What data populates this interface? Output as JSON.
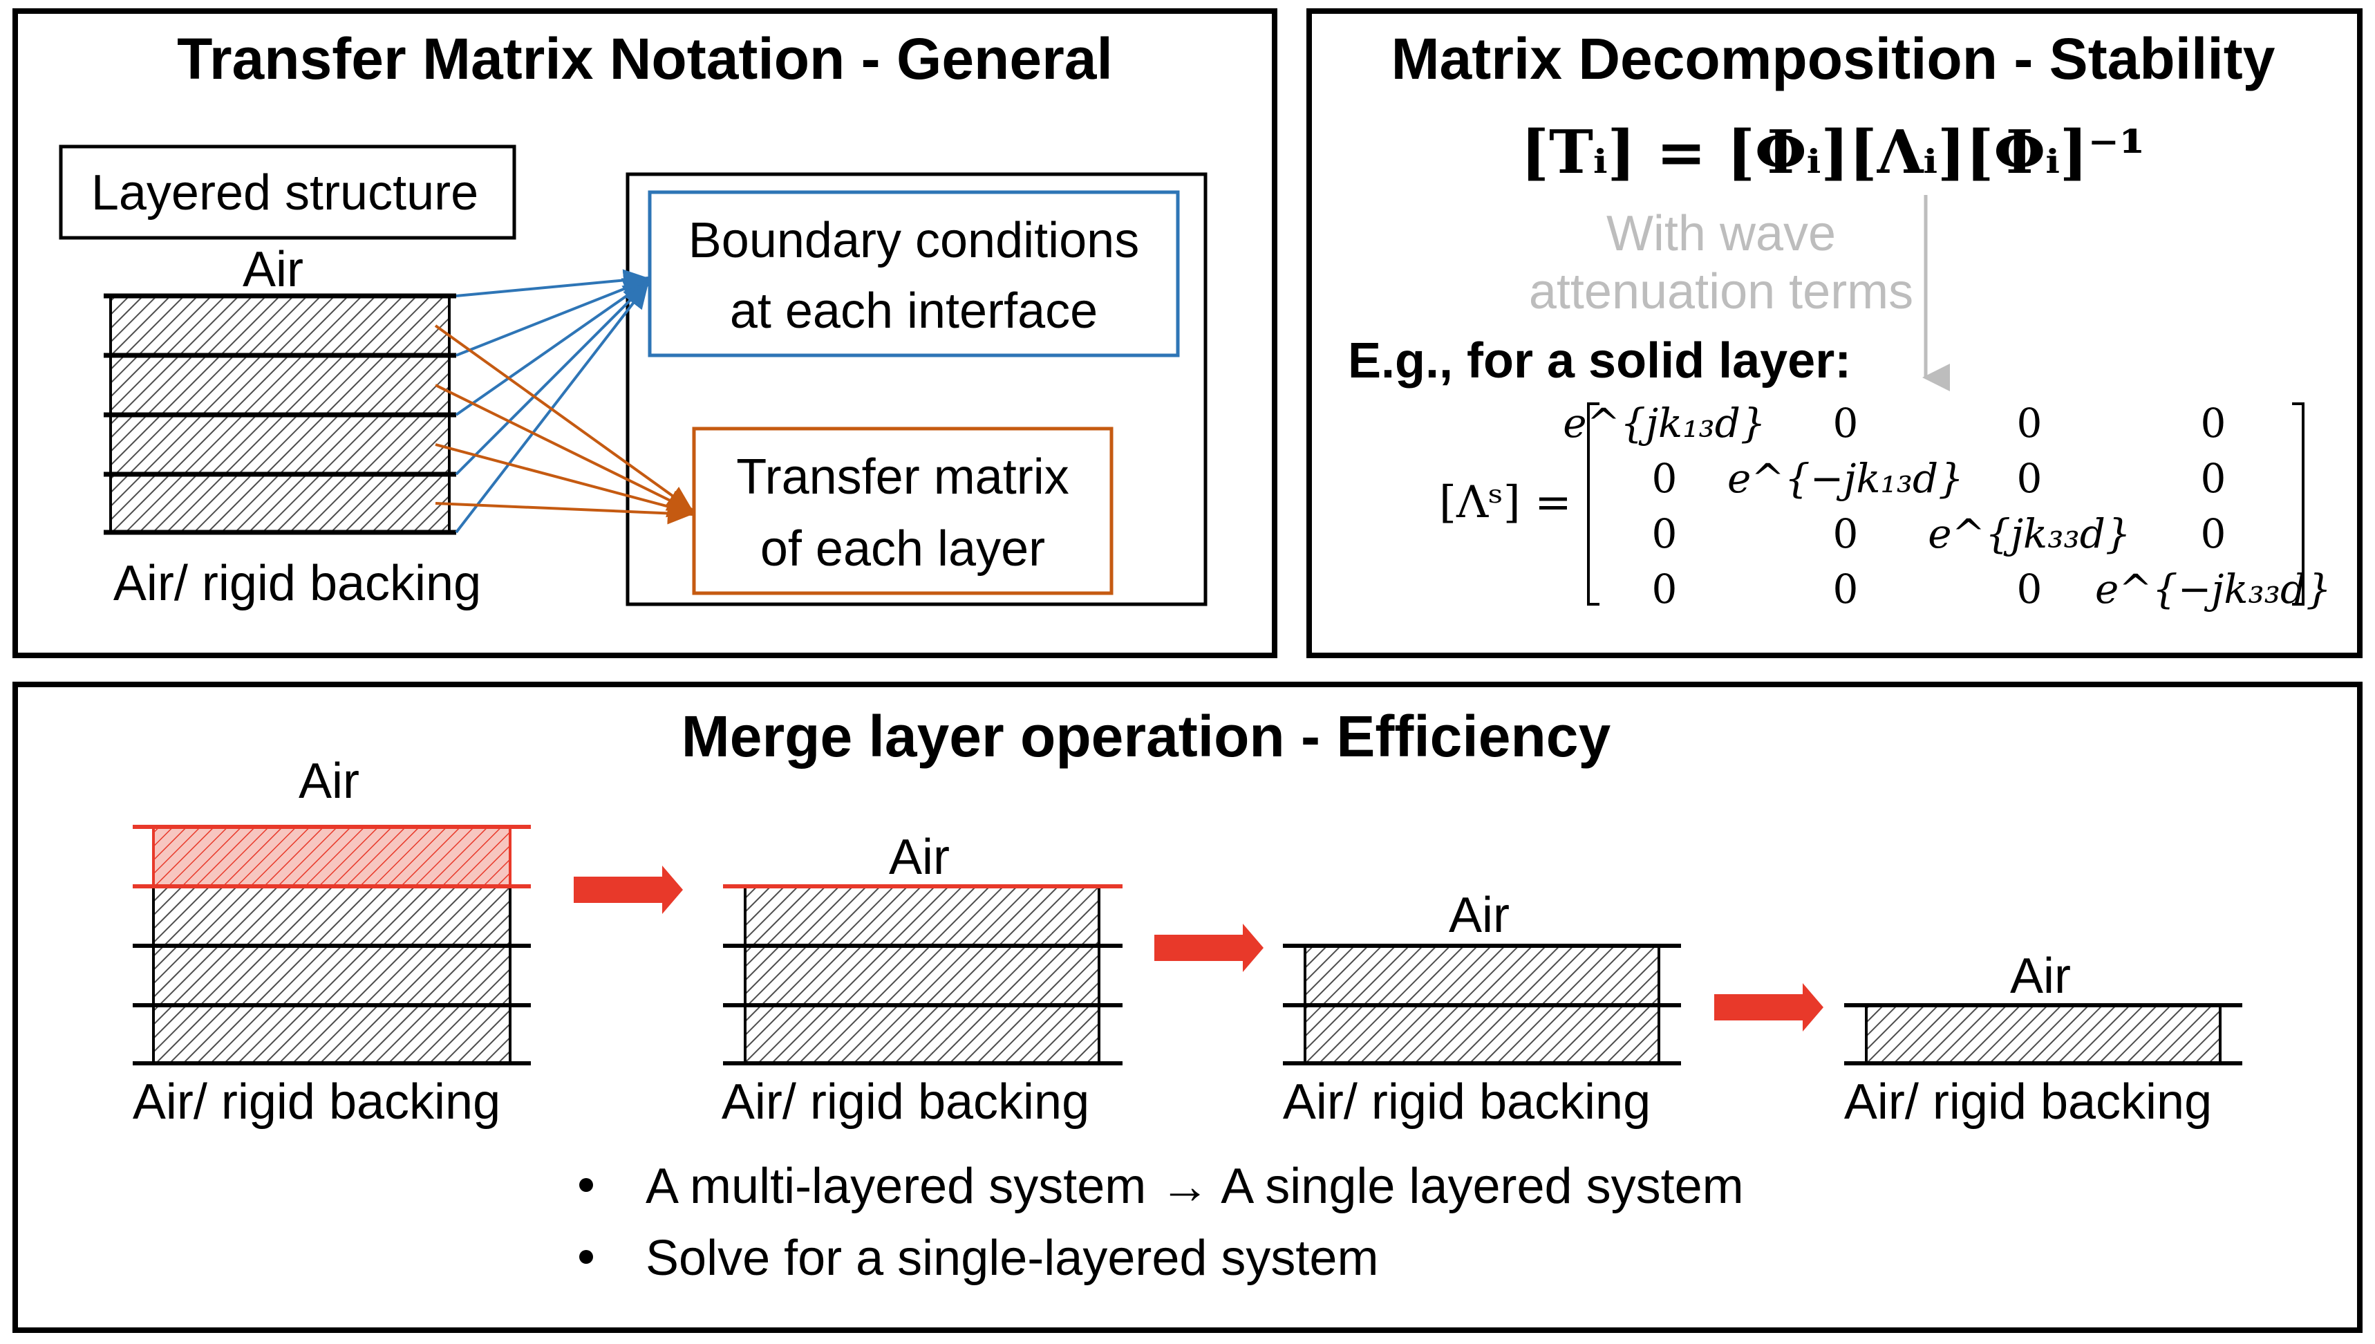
{
  "colors": {
    "blue": "#2e75b6",
    "orange": "#c55a11",
    "red": "#e8392a",
    "gray": "#bdbdbd",
    "hatch": "#4d4d4d"
  },
  "panel_general": {
    "title": "Transfer Matrix Notation - General",
    "layered_structure": "Layered structure",
    "air_top": "Air",
    "air_bottom": "Air/ rigid backing",
    "boundary_line1": "Boundary conditions",
    "boundary_line2": "at each interface",
    "transfer_line1": "Transfer matrix",
    "transfer_line2": "of each layer"
  },
  "panel_stability": {
    "title": "Matrix Decomposition - Stability",
    "equation": "[Tᵢ] = [Φᵢ][Λᵢ][Φᵢ]⁻¹",
    "note_line1": "With wave",
    "note_line2": "attenuation terms",
    "example": "E.g., for a solid layer:",
    "matrix_label": "[Λˢ] =",
    "matrix": [
      [
        "e^{jk₁₃d}",
        "0",
        "0",
        "0"
      ],
      [
        "0",
        "e^{−jk₁₃d}",
        "0",
        "0"
      ],
      [
        "0",
        "0",
        "e^{jk₃₃d}",
        "0"
      ],
      [
        "0",
        "0",
        "0",
        "e^{−jk₃₃d}"
      ]
    ]
  },
  "panel_efficiency": {
    "title": "Merge layer operation - Efficiency",
    "stages": [
      {
        "air": "Air",
        "backing": "Air/ rigid backing",
        "layers": 4
      },
      {
        "air": "Air",
        "backing": "Air/ rigid backing",
        "layers": 3
      },
      {
        "air": "Air",
        "backing": "Air/ rigid backing",
        "layers": 2
      },
      {
        "air": "Air",
        "backing": "Air/ rigid backing",
        "layers": 1
      }
    ],
    "bullets": [
      "A multi-layered system → A single layered system",
      "Solve for a single-layered system"
    ]
  }
}
